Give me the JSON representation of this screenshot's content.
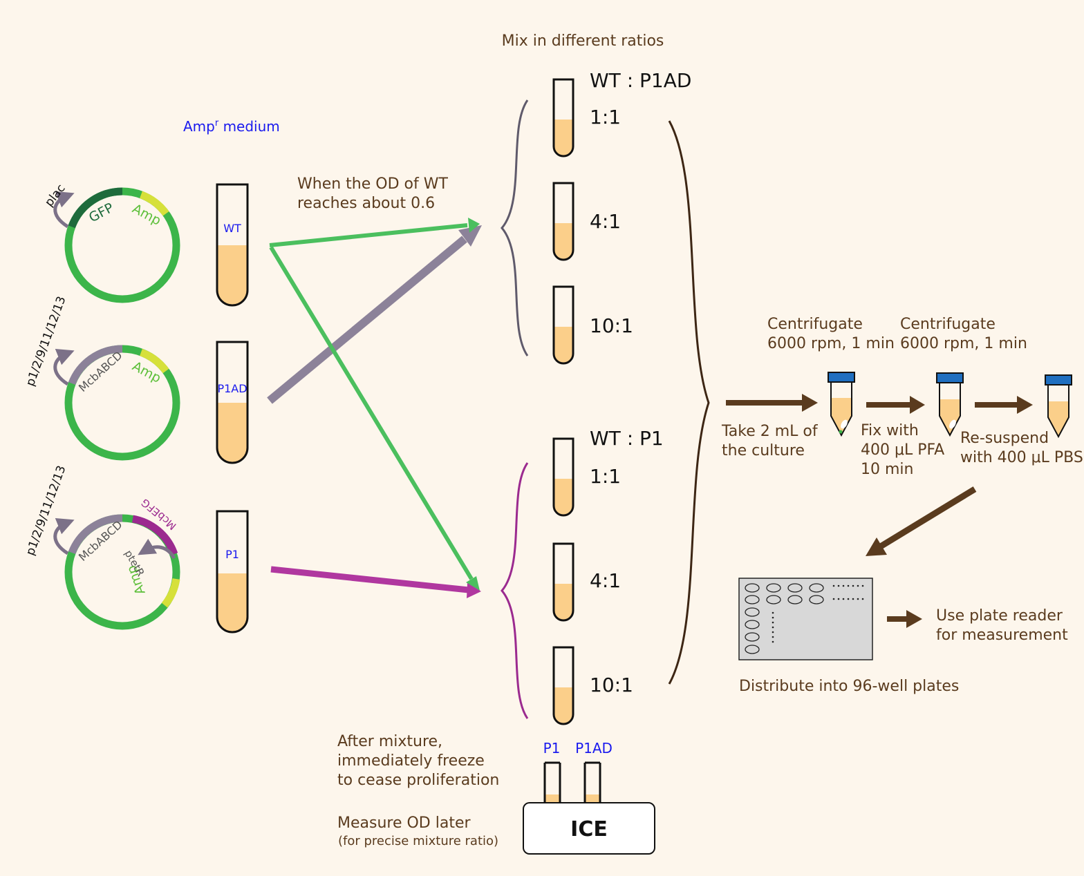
{
  "colors": {
    "background": "#fdf6ec",
    "plasmid_green": "#3cb54a",
    "gfp_dark_green": "#1e6b3c",
    "amp_yellow_green": "#d6e03a",
    "mcbabcd_gray": "#8c8299",
    "mcbefg_purple": "#9b2a8f",
    "culture_orange": "#fbcf8a",
    "brown": "#5a3b1e",
    "label_blue": "#1a1aee",
    "tube_cap_blue": "#1f6fc0",
    "arrow_green": "#4bbf5e",
    "arrow_gray": "#8c8299",
    "arrow_purple": "#b0379f"
  },
  "top_caption": "Mix in different ratios",
  "medium_label": {
    "base": "Amp",
    "superscript": "r",
    "rest": " medium"
  },
  "od_note": [
    "When the OD of WT",
    "reaches about 0.6"
  ],
  "plasmids": [
    {
      "promoter": "plac",
      "genes": [
        "GFP",
        "Amp"
      ]
    },
    {
      "promoter": "p1/2/9/11/12/13",
      "genes": [
        "McbABCD",
        "Amp"
      ]
    },
    {
      "promoter": "p1/2/9/11/12/13",
      "genes": [
        "McbABCD",
        "McbEFG",
        "Amp"
      ],
      "second_promoter": "ptetR"
    }
  ],
  "strain_tubes": [
    "WT",
    "P1AD",
    "P1"
  ],
  "mix_groups": [
    {
      "header": "WT : P1AD",
      "ratios": [
        "1:1",
        "4:1",
        "10:1"
      ]
    },
    {
      "header": "WT : P1",
      "ratios": [
        "1:1",
        "4:1",
        "10:1"
      ]
    }
  ],
  "freeze": {
    "note": [
      "After mixture,",
      "immediately freeze",
      "to cease proliferation"
    ],
    "tube_labels": [
      "P1",
      "P1AD"
    ],
    "ice_label": "ICE",
    "measure": "Measure OD later",
    "measure_sub": "(for precise mixture ratio)"
  },
  "process": {
    "step1": [
      "Take 2 mL of",
      "the culture"
    ],
    "centrifuge1": [
      "Centrifugate",
      "6000 rpm, 1 min"
    ],
    "centrifuge2": [
      "Centrifugate",
      "6000 rpm, 1 min"
    ],
    "fix": [
      "Fix with",
      "400 μL PFA",
      "10 min"
    ],
    "resuspend": [
      "Re-suspend",
      "with 400 μL PBS"
    ],
    "plate_caption": "Distribute into 96-well plates",
    "reader": [
      "Use plate reader",
      "for measurement"
    ]
  }
}
